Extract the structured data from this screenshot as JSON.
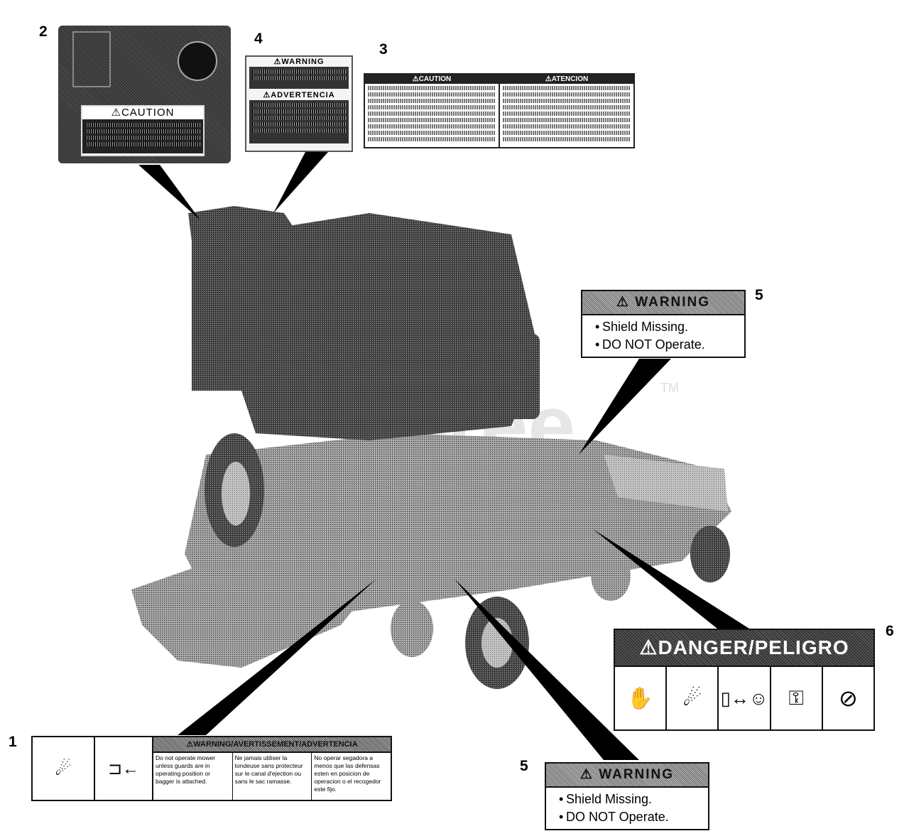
{
  "callouts": {
    "n1": "1",
    "n2": "2",
    "n3": "3",
    "n4": "4",
    "n5a": "5",
    "n5b": "5",
    "n6": "6"
  },
  "label2": {
    "caution": "CAUTION"
  },
  "label4": {
    "warning": "WARNING",
    "advertencia": "ADVERTENCIA"
  },
  "label3": {
    "caution": "CAUTION",
    "atencion": "ATENCION"
  },
  "label5_right": {
    "header": "WARNING",
    "line1": "Shield Missing.",
    "line2": "DO NOT Operate."
  },
  "label5_bottom": {
    "header": "WARNING",
    "line1": "Shield Missing.",
    "line2": "DO NOT Operate."
  },
  "label6": {
    "header": "DANGER/PELIGRO"
  },
  "label1": {
    "header": "WARNING/AVERTISSEMENT/ADVERTENCIA",
    "col1": "Do not operate mower unless guards are in operating position or bagger is attached.",
    "col2": "Ne jamais utiliser la tondeuse sans protecteur sur le canal d'ejection ou sans le sac ramasse.",
    "col3": "No operar segadora a menos que las defensas esten en posicion de operacion o el recogedor este fijo."
  },
  "watermark": "ree",
  "watermark_tm": "TM"
}
